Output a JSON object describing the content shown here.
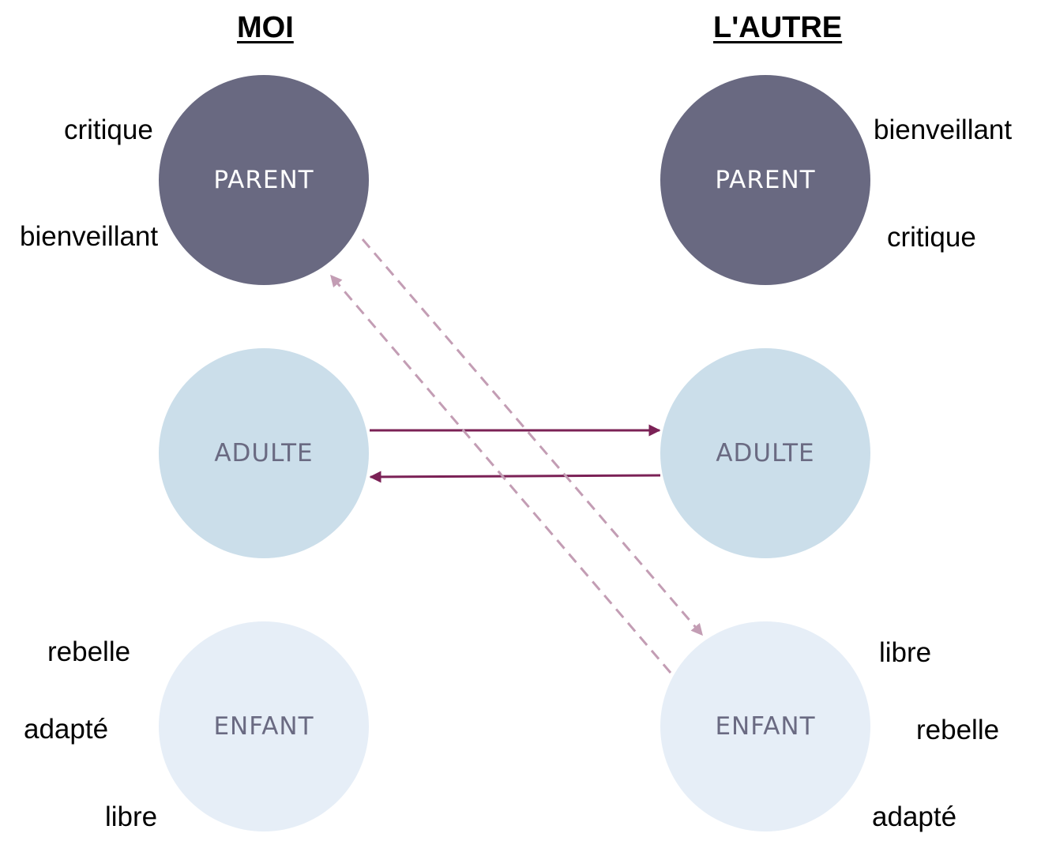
{
  "headings": {
    "left": "MOI",
    "right": "L'AUTRE"
  },
  "left": {
    "parent": {
      "label": "PARENT",
      "subtypes": [
        "critique",
        "bienveillant"
      ]
    },
    "adulte": {
      "label": "ADULTE"
    },
    "enfant": {
      "label": "ENFANT",
      "subtypes": [
        "rebelle",
        "adapté",
        "libre"
      ]
    }
  },
  "right": {
    "parent": {
      "label": "PARENT",
      "subtypes": [
        "bienveillant",
        "critique"
      ]
    },
    "adulte": {
      "label": "ADULTE"
    },
    "enfant": {
      "label": "ENFANT",
      "subtypes": [
        "libre",
        "rebelle",
        "adapté"
      ]
    }
  },
  "colors": {
    "parent_circle": "#696981",
    "adulte_circle": "#cbdeea",
    "enfant_circle": "#e6eef7",
    "solid_arrow": "#7b2156",
    "dashed_arrow": "#c39db4"
  },
  "transactions": [
    {
      "from": "left.adulte",
      "to": "right.adulte",
      "style": "solid"
    },
    {
      "from": "right.adulte",
      "to": "left.adulte",
      "style": "solid"
    },
    {
      "from": "left.parent",
      "to": "right.enfant",
      "style": "dashed"
    },
    {
      "from": "right.enfant",
      "to": "left.parent",
      "style": "dashed"
    }
  ]
}
